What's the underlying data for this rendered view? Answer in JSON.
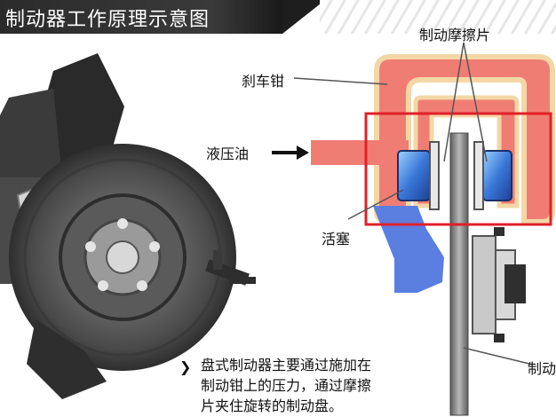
{
  "title": "制动器工作原理示意图",
  "labels": {
    "pads": "制动摩擦片",
    "caliper": "刹车钳",
    "fluid": "液压油",
    "piston": "活塞",
    "disc": "制动"
  },
  "note_bullet": "❯",
  "note": [
    "盘式制动器主要通过施加在",
    "制动钳上的压力，通过摩擦",
    "片夹住旋转的制动盘。"
  ],
  "colors": {
    "caliper": "#f07d74",
    "caliper_outline": "#f3d7a6",
    "piston": "#4a7fd6",
    "frame": "#e0202a",
    "bracket": "#5a7fe0",
    "disc": "#8a8a8a"
  }
}
